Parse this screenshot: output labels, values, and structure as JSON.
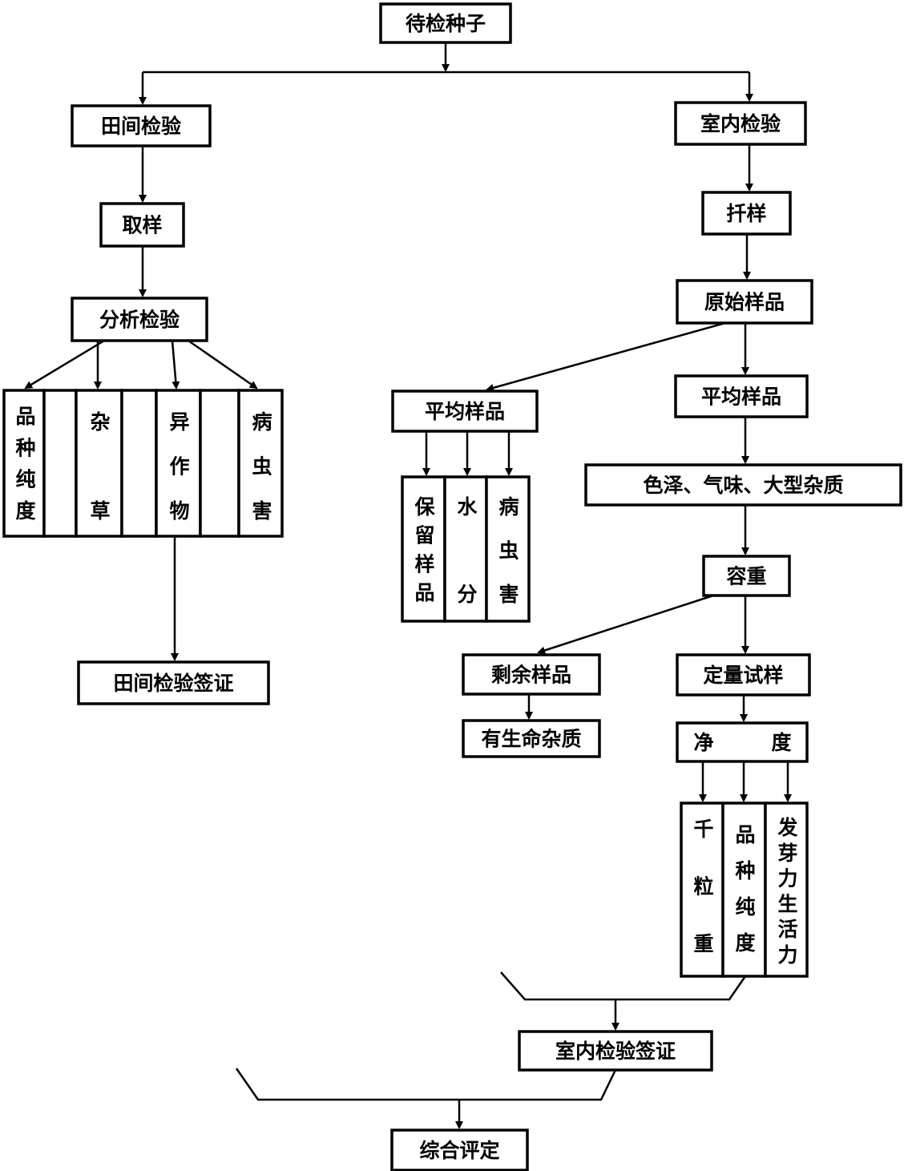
{
  "nodes": {
    "seed": "待检种子",
    "field_inspection": "田间检验",
    "sampling": "取样",
    "analysis": "分析检验",
    "field_cols": [
      "品种纯度",
      "",
      "杂草",
      "",
      "异作物",
      "",
      "病虫害"
    ],
    "field_certificate": "田间检验签证",
    "lab_inspection": "室内检验",
    "probe_sampling": "扦样",
    "original_sample": "原始样品",
    "avg_sample_left": "平均样品",
    "avg_sample_left_cols": [
      "保留样品",
      "水分",
      "病虫害"
    ],
    "avg_sample_right": "平均样品",
    "appearance": "色泽、气味、大型杂质",
    "bulk_density": "容重",
    "remaining_sample": "剩余样品",
    "living_impurities": "有生命杂质",
    "quantitative_sample": "定量试样",
    "purity_left": "净",
    "purity_right": "度",
    "purity_cols": [
      "千粒重",
      "品种纯度",
      "发芽力生活力"
    ],
    "lab_certificate": "室内检验签证",
    "overall_evaluation": "综合评定"
  }
}
